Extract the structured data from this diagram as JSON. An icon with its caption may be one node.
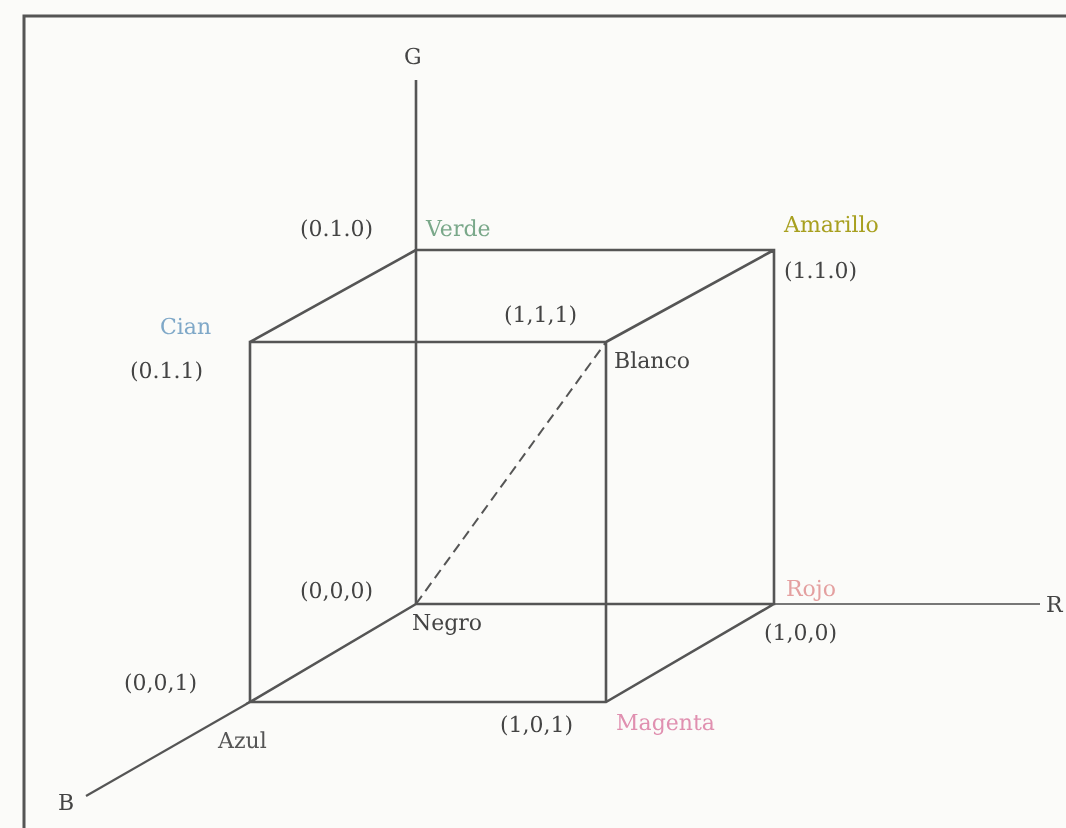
{
  "diagram": {
    "labels": [
      "G",
      "(0.1.0)",
      "Verde",
      "Amarillo",
      "(1.1.0)",
      "Cian",
      "(1,1,1)",
      "(0.1.1)",
      "Blanco",
      "(0,0,0)",
      "Rojo",
      "Negro",
      "R",
      "(1,0,0)",
      "(0,0,1)",
      "(1,0,1)",
      "Magenta",
      "Azul",
      "B"
    ]
  }
}
